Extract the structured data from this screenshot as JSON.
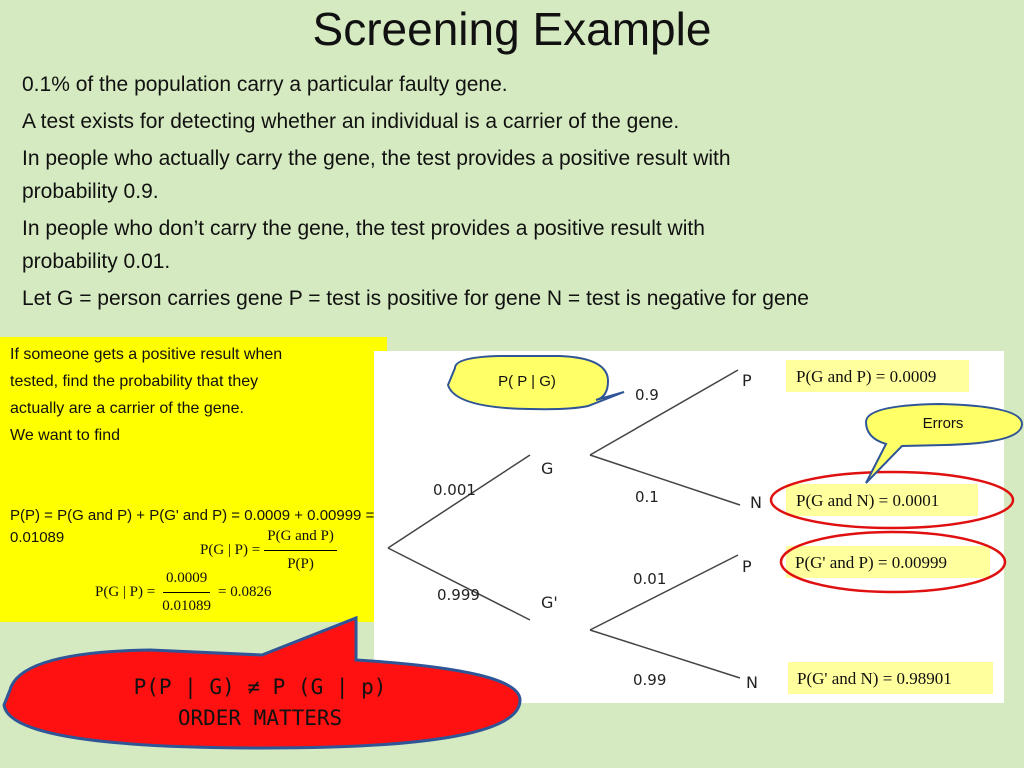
{
  "title": "Screening Example",
  "bullets": [
    {
      "line1": "0.1% of the population carry a particular faulty gene.",
      "line2": ""
    },
    {
      "line1": "A test exists for detecting whether an individual is a carrier of the gene.",
      "line2": ""
    },
    {
      "line1": "In people who actually carry the gene, the test provides a positive result with",
      "line2": "probability 0.9."
    },
    {
      "line1": "In people who don’t carry the gene, the test provides a positive result with",
      "line2": "probability 0.01."
    },
    {
      "line1": "Let G = person carries gene  P = test is positive for gene   N = test is negative for gene",
      "line2": ""
    }
  ],
  "question": {
    "line1": "If someone gets a positive result when",
    "line2": "tested, find the probability that they",
    "line3": "actually are a carrier of the gene.",
    "line4": "We want to find",
    "pp_line": " P(P) = P(G and P) + P(G' and P) = 0.0009 + 0.00999 = 0.01089",
    "formula1_lhs": "P(G | P) =",
    "formula1_num": "P(G and P)",
    "formula1_den": "P(P)",
    "formula2_lhs": "P(G | P) =",
    "formula2_num": "0.0009",
    "formula2_den": "0.01089",
    "formula2_rhs": "= 0.0826"
  },
  "tree": {
    "branch_G": "0.001",
    "branch_Gc": "0.999",
    "node_G": "G",
    "node_Gc": "G'",
    "G_P": "0.9",
    "G_N": "0.1",
    "Gc_P": "0.01",
    "Gc_N": "0.99",
    "leaf_P1": "P",
    "leaf_N1": "N",
    "leaf_P2": "P",
    "leaf_N2": "N",
    "result1": "P(G and P) = 0.0009",
    "result2": "P(G and N) = 0.0001",
    "result3": "P(G' and P) = 0.00999",
    "result4": "P(G' and N) = 0.98901"
  },
  "callouts": {
    "conditional": "P( P | G)",
    "errors": "Errors",
    "order_line1": "P(P | G) ≠ P (G | p)",
    "order_line2": "ORDER MATTERS"
  },
  "colors": {
    "background": "#d5eac0",
    "yellow": "#ffff00",
    "result_box": "#ffff9e",
    "callout_fill": "#ffff66",
    "callout_stroke": "#2f5597",
    "error_ring": "#e01010",
    "order_fill": "#ff1111"
  }
}
